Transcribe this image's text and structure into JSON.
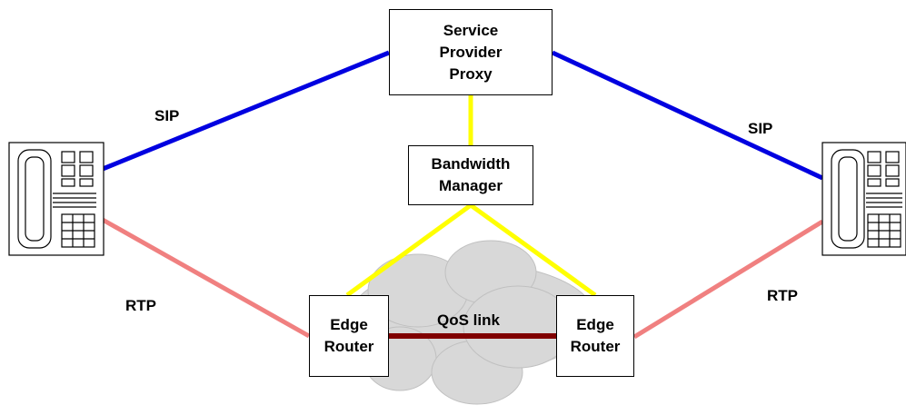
{
  "nodes": {
    "proxy": "Service\nProvider\nProxy",
    "bandwidth_manager": "Bandwidth\nManager",
    "edge_router_left": "Edge\nRouter",
    "edge_router_right": "Edge\nRouter"
  },
  "labels": {
    "sip_left": "SIP",
    "sip_right": "SIP",
    "rtp_left": "RTP",
    "rtp_right": "RTP",
    "qos": "QoS link"
  },
  "colors": {
    "sip": "#0000e0",
    "rtp": "#f08080",
    "control": "#ffff00",
    "qos": "#800000",
    "cloud": "#d4d4d4"
  },
  "icons": [
    "phone-icon-left",
    "phone-icon-right",
    "network-cloud"
  ]
}
